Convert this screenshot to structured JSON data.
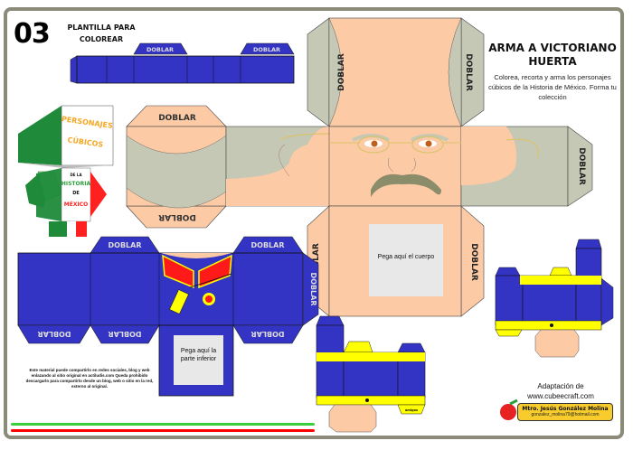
{
  "header": {
    "number": "03",
    "template_label": "PLANTILLA PARA COLOREAR",
    "title": "ARMA A VICTORIANO HUERTA",
    "subtitle": "Colorea, recorta y arma los personajes cúbicos de la Historia de México. Forma tu colección"
  },
  "fold_label": "DOBLAR",
  "logo": {
    "line1": "PERSONAJES",
    "line2": "CÚBICOS",
    "line3": "DE LA",
    "line4": "HISTORIA",
    "line5": "DE",
    "line6": "MÉXICO"
  },
  "glue_labels": {
    "body": "Pega aquí el cuerpo",
    "lower": "Pega aquí la parte inferior"
  },
  "pieces": {
    "small_tab": "amigos"
  },
  "disclaimer": "Este material puede compartirlo en redes sociales, blog y web enlazando al sitio original en actiludis.com Queda prohibido descargarlo para compartirlo desde un blog, web o sitio en la red, externo al original.",
  "credits": {
    "adaptation": "Adaptación de",
    "site": "www.cubeecraft.com",
    "author": "Mtro. Jesús González Molina",
    "email": "gonzalez_molina79@hotmail.com"
  },
  "colors": {
    "skin": "#fdcaa6",
    "hair": "#c5c8b5",
    "coat": "#3333c4",
    "yellow": "#ffff00",
    "red": "#ff0000",
    "green": "#2e9f3e",
    "frame": "#8c8a78"
  }
}
